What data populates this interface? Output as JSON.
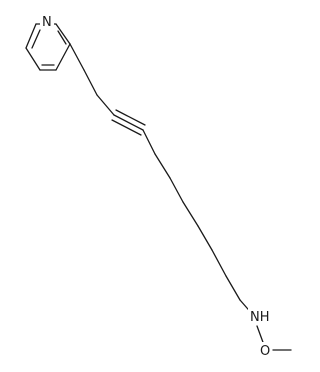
{
  "molecule": {
    "atoms": {
      "ring_nitrogen": "N",
      "amine": "NH",
      "ether_oxygen": "O"
    }
  }
}
